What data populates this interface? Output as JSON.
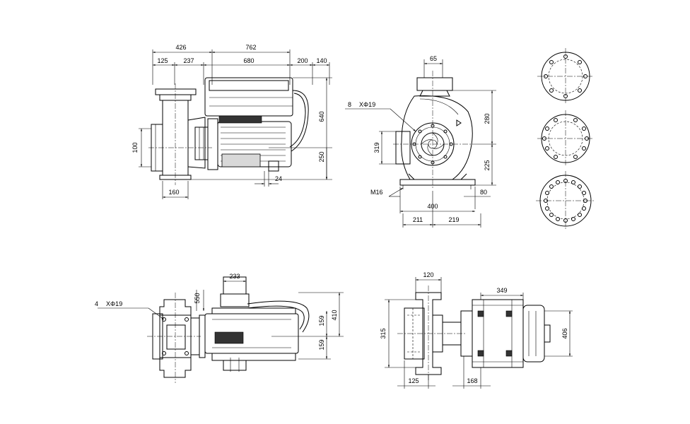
{
  "front_view": {
    "d426": "426",
    "d762": "762",
    "d125": "125",
    "d237": "237",
    "d680": "680",
    "d200": "200",
    "d140": "140",
    "d640": "640",
    "d250": "250",
    "d100": "100",
    "d24": "24",
    "d160": "160"
  },
  "side_view": {
    "d65": "65",
    "holes": "8",
    "hole_spec": "XΦ19",
    "d319": "319",
    "d280": "280",
    "d225": "225",
    "thread": "M16",
    "d80": "80",
    "d400": "400",
    "d211": "211",
    "d219": "219"
  },
  "top_view": {
    "d233": "233",
    "d550": "550",
    "holes": "4",
    "hole_spec": "XΦ19",
    "d159a": "159",
    "d159b": "159",
    "d410": "410"
  },
  "bottom_view": {
    "d120": "120",
    "d349": "349",
    "d315": "315",
    "d406": "406",
    "d125": "125",
    "d168": "168"
  }
}
